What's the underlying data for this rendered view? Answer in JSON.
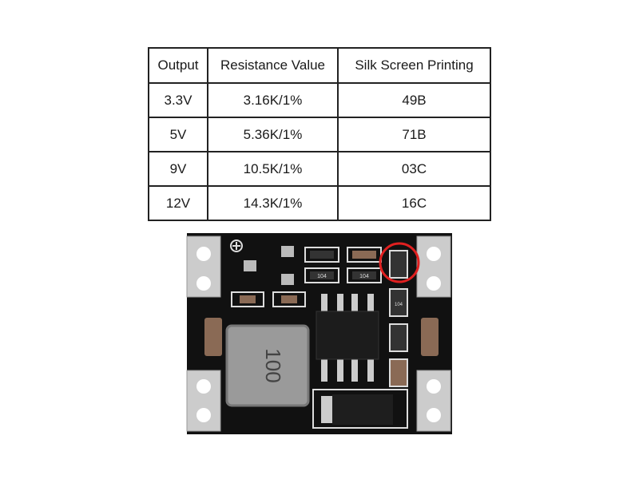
{
  "table": {
    "headers": [
      "Output",
      "Resistance Value",
      "Silk Screen Printing"
    ],
    "rows": [
      [
        "3.3V",
        "3.16K/1%",
        "49B"
      ],
      [
        "5V",
        "5.36K/1%",
        "71B"
      ],
      [
        "9V",
        "10.5K/1%",
        "03C"
      ],
      [
        "12V",
        "14.3K/1%",
        "16C"
      ]
    ]
  },
  "pcb": {
    "inductor_marking": "100",
    "resistor_markings": [
      "104",
      "104",
      "104"
    ],
    "highlight_color": "#e02020",
    "board_color": "#111111"
  }
}
